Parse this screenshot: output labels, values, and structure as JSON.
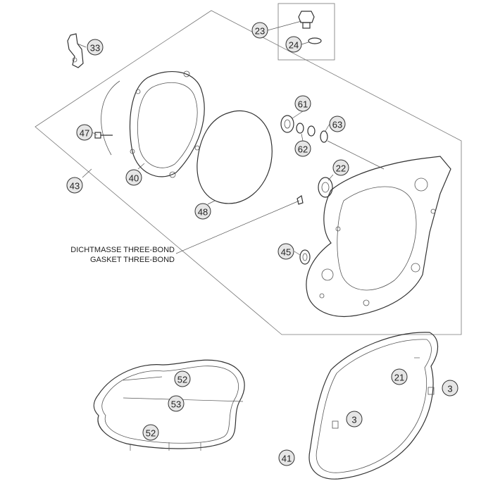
{
  "callouts": [
    {
      "id": "c23",
      "label": "23"
    },
    {
      "id": "c24",
      "label": "24"
    },
    {
      "id": "c33",
      "label": "33"
    },
    {
      "id": "c61",
      "label": "61"
    },
    {
      "id": "c63",
      "label": "63"
    },
    {
      "id": "c62",
      "label": "62"
    },
    {
      "id": "c47",
      "label": "47"
    },
    {
      "id": "c40",
      "label": "40"
    },
    {
      "id": "c22",
      "label": "22"
    },
    {
      "id": "c43",
      "label": "43"
    },
    {
      "id": "c48",
      "label": "48"
    },
    {
      "id": "c45",
      "label": "45"
    },
    {
      "id": "c52a",
      "label": "52"
    },
    {
      "id": "c53",
      "label": "53"
    },
    {
      "id": "c52b",
      "label": "52"
    },
    {
      "id": "c21",
      "label": "21"
    },
    {
      "id": "c3a",
      "label": "3"
    },
    {
      "id": "c3b",
      "label": "3"
    },
    {
      "id": "c41",
      "label": "41"
    }
  ],
  "note": {
    "line1": "DICHTMASSE THREE-BOND",
    "line2": "GASKET THREE-BOND"
  }
}
